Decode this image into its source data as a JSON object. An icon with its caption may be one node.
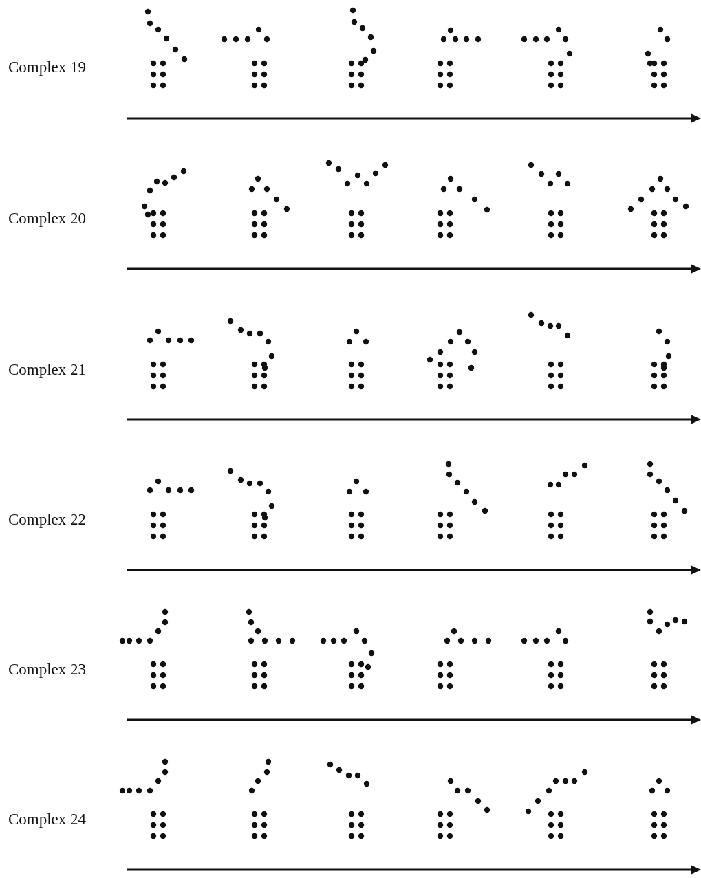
{
  "diagram": {
    "labels": [
      "Complex 19",
      "Complex 20",
      "Complex 21",
      "Complex 22",
      "Complex 23",
      "Complex 24"
    ]
  }
}
